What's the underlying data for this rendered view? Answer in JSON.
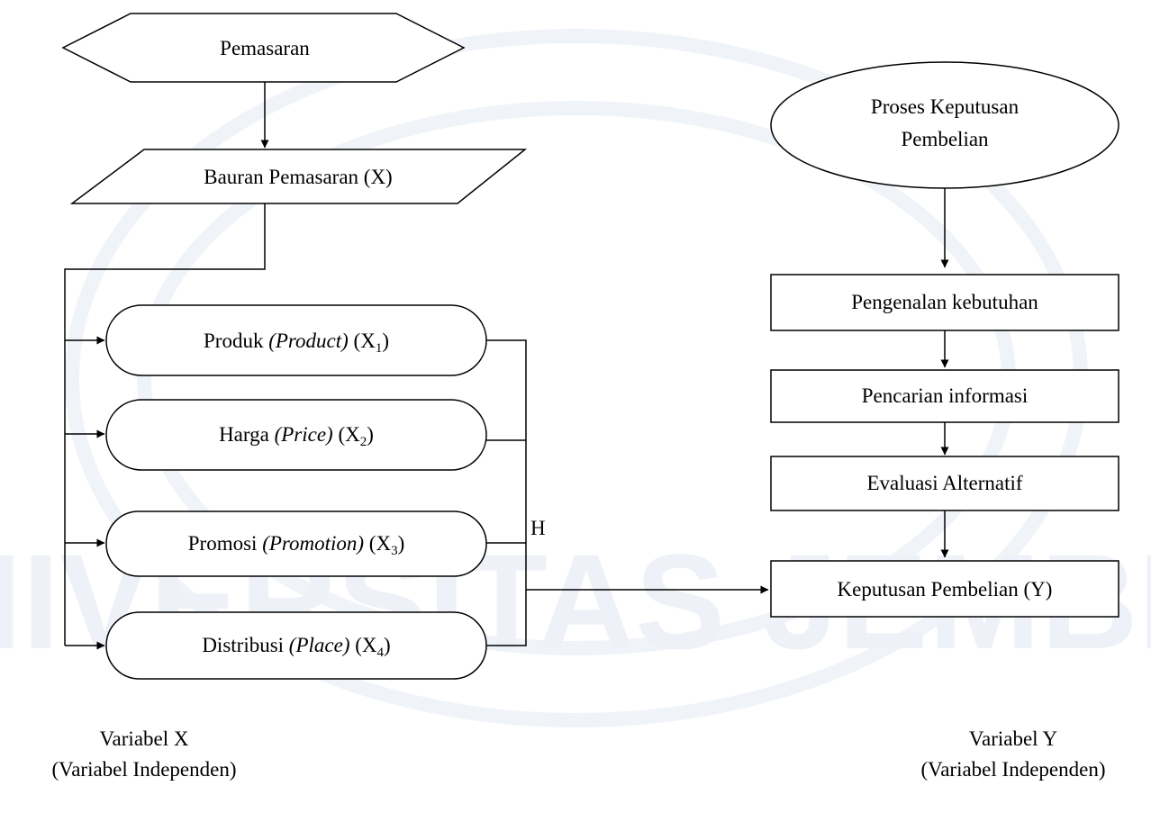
{
  "nodes": {
    "marketing": "Pemasaran",
    "marketing_mix": "Bauran Pemasaran (X)",
    "x1": {
      "text": "Produk ",
      "italic": "(Product)",
      "var": " (X",
      "sub": "1",
      "close": ")"
    },
    "x2": {
      "text": "Harga ",
      "italic": "(Price)",
      "var": " (X",
      "sub": "2",
      "close": ")"
    },
    "x3": {
      "text": "Promosi ",
      "italic": "(Promotion)",
      "var": " (X",
      "sub": "3",
      "close": ")"
    },
    "x4": {
      "text": "Distribusi ",
      "italic": "(Place)",
      "var": " (X",
      "sub": "4",
      "close": ")"
    },
    "process_line1": "Proses Keputusan",
    "process_line2": "Pembelian",
    "step1": "Pengenalan kebutuhan",
    "step2": "Pencarian informasi",
    "step3": "Evaluasi Alternatif",
    "decision": "Keputusan Pembelian (Y)",
    "hypothesis": "H"
  },
  "footer": {
    "left_line1": "Variabel X",
    "left_line2": "(Variabel Independen)",
    "right_line1": "Variabel Y",
    "right_line2": "(Variabel Independen)"
  },
  "watermark": "UNIVERSITAS JEMBER"
}
